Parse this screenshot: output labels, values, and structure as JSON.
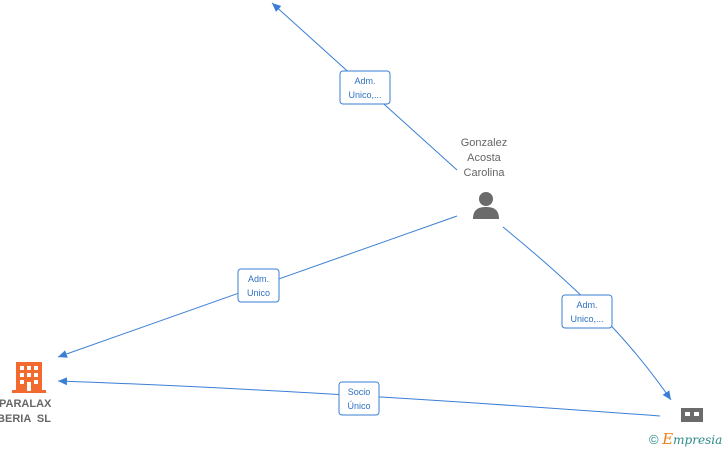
{
  "nodes": {
    "person": {
      "name_lines": [
        "Gonzalez",
        "Acosta",
        "Carolina"
      ],
      "icon": "person-icon",
      "color": "#6b6b6b"
    },
    "company_left": {
      "name_lines": [
        "PARALAX",
        "IBERIA SL"
      ],
      "icon": "building-icon",
      "color": "#f26a2e"
    },
    "company_right": {
      "icon": "building-icon",
      "color": "#6b6b6b"
    }
  },
  "edges": [
    {
      "id": "top",
      "label_lines": [
        "Adm.",
        "Unico,..."
      ]
    },
    {
      "id": "left",
      "label_lines": [
        "Adm.",
        "Unico"
      ]
    },
    {
      "id": "right",
      "label_lines": [
        "Adm.",
        "Unico,..."
      ]
    },
    {
      "id": "bottom",
      "label_lines": [
        "Socio",
        "Único"
      ]
    }
  ],
  "footer": {
    "copyright_symbol": "©",
    "brand_initial": "E",
    "brand_rest": "mpresia"
  },
  "colors": {
    "edge": "#3a7fd5",
    "node_text": "#666666",
    "company_accent": "#f26a2e",
    "brand": "#2a8a8a"
  }
}
